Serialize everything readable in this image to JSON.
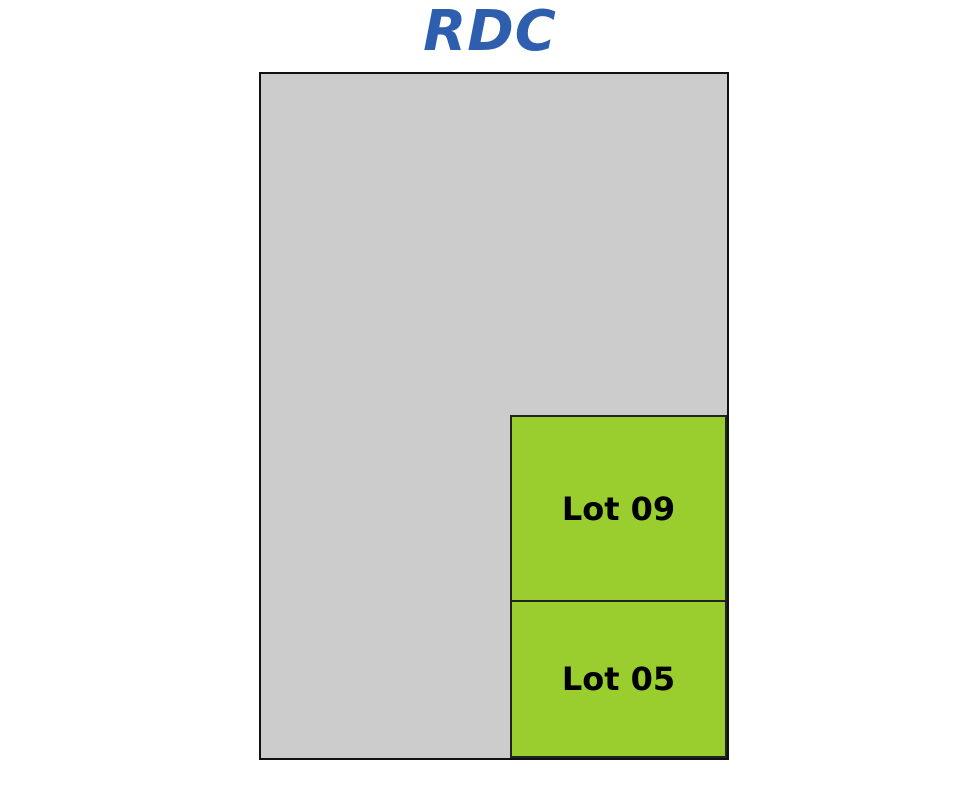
{
  "title": "RDC",
  "colors": {
    "title": "#2e5fae",
    "building_fill": "#cccccc",
    "lot_fill": "#9acd2e",
    "outline": "#111111"
  },
  "lots": [
    {
      "label": "Lot 09"
    },
    {
      "label": "Lot 05"
    }
  ]
}
